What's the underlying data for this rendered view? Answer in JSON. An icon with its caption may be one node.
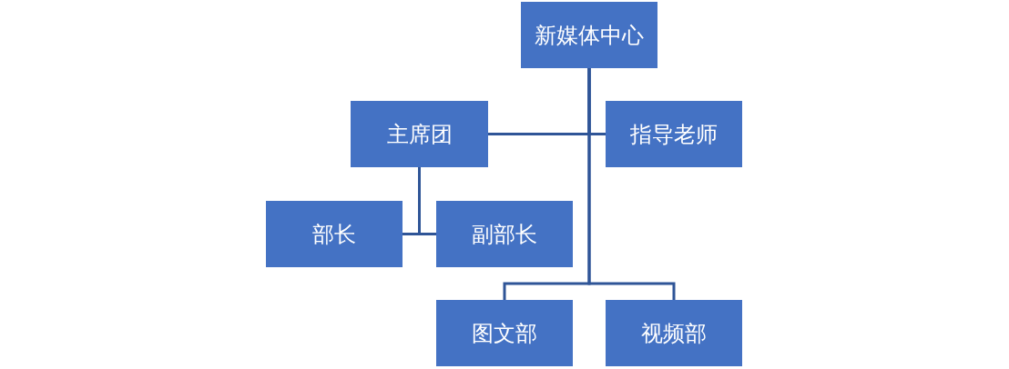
{
  "diagram": {
    "nodes": [
      {
        "text": [
          "新媒体中心"
        ]
      },
      {
        "text": [
          "主席团"
        ]
      },
      {
        "text": [
          "指导老师"
        ]
      },
      {
        "text": [
          "部长"
        ]
      },
      {
        "text": [
          "副部长"
        ]
      },
      {
        "text": [
          "图文部"
        ]
      },
      {
        "text": [
          "视频部"
        ]
      }
    ],
    "edges": [
      {
        "from": 0,
        "to": 1,
        "arrow": "none"
      },
      {
        "from": 0,
        "to": 2,
        "arrow": "none"
      },
      {
        "from": 1,
        "to": 3,
        "arrow": "none"
      },
      {
        "from": 1,
        "to": 4,
        "arrow": "none"
      },
      {
        "from": 0,
        "to": 5,
        "arrow": "none"
      },
      {
        "from": 0,
        "to": 6,
        "arrow": "none"
      }
    ]
  }
}
